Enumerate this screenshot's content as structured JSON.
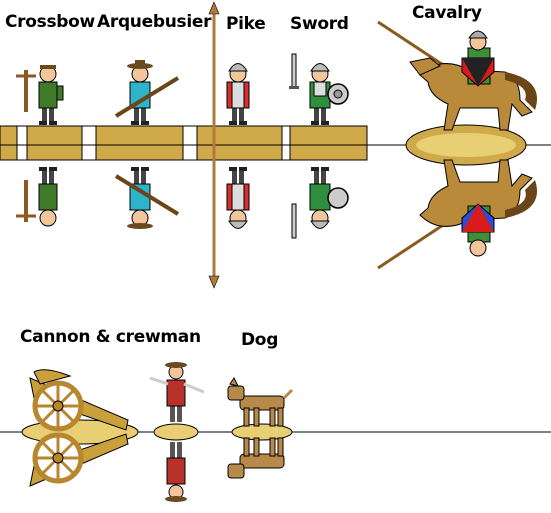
{
  "labels": {
    "crossbow": "Crossbow",
    "arquebusier": "Arquebusier",
    "pike": "Pike",
    "sword": "Sword",
    "cavalry": "Cavalry",
    "cannon": "Cannon & crewman",
    "dog": "Dog"
  },
  "colors": {
    "base": "#cfa94a",
    "base_light": "#e8cf74",
    "line": "#000000",
    "pole": "#b07a3c",
    "crossbow_coat": "#3f7a28",
    "arquebusier_coat": "#2fb3c9",
    "pike_coat": "#d92e2e",
    "sword_coat": "#2f8f3f",
    "horse": "#b98a3a",
    "shield_red": "#d81c1c",
    "shield_blue": "#2b4bd8",
    "rider": "#3f8f3a",
    "crewman_coat": "#b8322a",
    "crewman_trousers": "#555555",
    "dog": "#b88a4a",
    "cannon_wood": "#c9a13c",
    "cannon_wheel": "#b8862e"
  }
}
